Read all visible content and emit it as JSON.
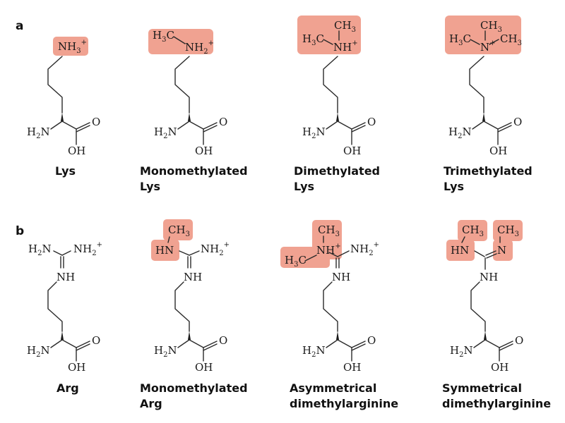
{
  "panels": {
    "a": {
      "label": "a",
      "molecules": [
        {
          "caption_line1": "Lys",
          "caption_line2": ""
        },
        {
          "caption_line1": "Monomethylated",
          "caption_line2": "Lys"
        },
        {
          "caption_line1": "Dimethylated",
          "caption_line2": "Lys"
        },
        {
          "caption_line1": "Trimethylated",
          "caption_line2": "Lys"
        }
      ]
    },
    "b": {
      "label": "b",
      "molecules": [
        {
          "caption_line1": "Arg",
          "caption_line2": ""
        },
        {
          "caption_line1": "Monomethylated",
          "caption_line2": "Arg"
        },
        {
          "caption_line1": "Asymmetrical",
          "caption_line2": "dimethylarginine"
        },
        {
          "caption_line1": "Symmetrical",
          "caption_line2": "dimethylarginine"
        }
      ]
    }
  },
  "atoms": {
    "H": "H",
    "N": "N",
    "C": "C",
    "O": "O",
    "OH": "OH",
    "NH": "NH",
    "HN": "HN",
    "sub2": "2",
    "sub3": "3",
    "plus": "+"
  },
  "colors": {
    "highlight": "#f0a291",
    "ink": "#1a1a1a"
  }
}
